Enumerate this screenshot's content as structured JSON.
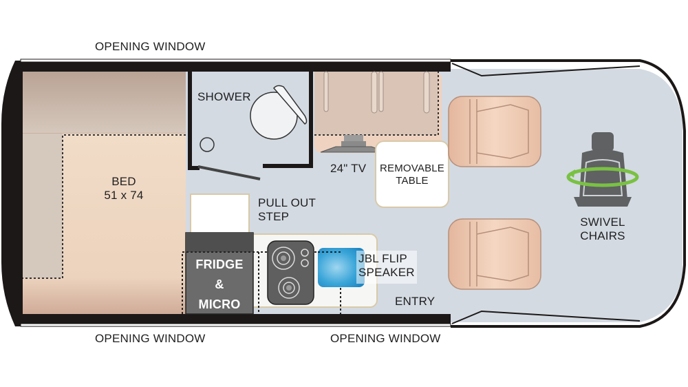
{
  "floorplan": {
    "labels": {
      "top_window": "OPENING WINDOW",
      "bottom_window_left": "OPENING WINDOW",
      "bottom_window_right": "OPENING WINDOW",
      "shower": "SHOWER",
      "bed_title": "BED",
      "bed_size": "51 x 74",
      "tv": "24\" TV",
      "table_line1": "REMOVABLE",
      "table_line2": "TABLE",
      "pull_out_line1": "PULL OUT",
      "pull_out_line2": "STEP",
      "fridge_line1": "FRIDGE",
      "fridge_line2": "&",
      "fridge_line3": "MICRO",
      "speaker_line1": "JBL FLIP",
      "speaker_line2": "SPEAKER",
      "entry": "ENTRY",
      "swivel_line1": "SWIVEL",
      "swivel_line2": "CHAIRS"
    },
    "icons": [
      "toilet-icon",
      "shower-drain-icon",
      "tv-icon",
      "cooktop-icon",
      "speaker-icon",
      "captain-seat-icon",
      "swivel-seat-icon"
    ],
    "colors": {
      "wall": "#1c1818",
      "floor": "#d3dae2",
      "bed": "#f0dcc8",
      "wardrobe": "#c9bdb2",
      "seat": "#eecbb2",
      "fridge": "#6b6b6b",
      "speaker_blue": "#3aa5d8",
      "swivel_green": "#7ac143"
    }
  }
}
